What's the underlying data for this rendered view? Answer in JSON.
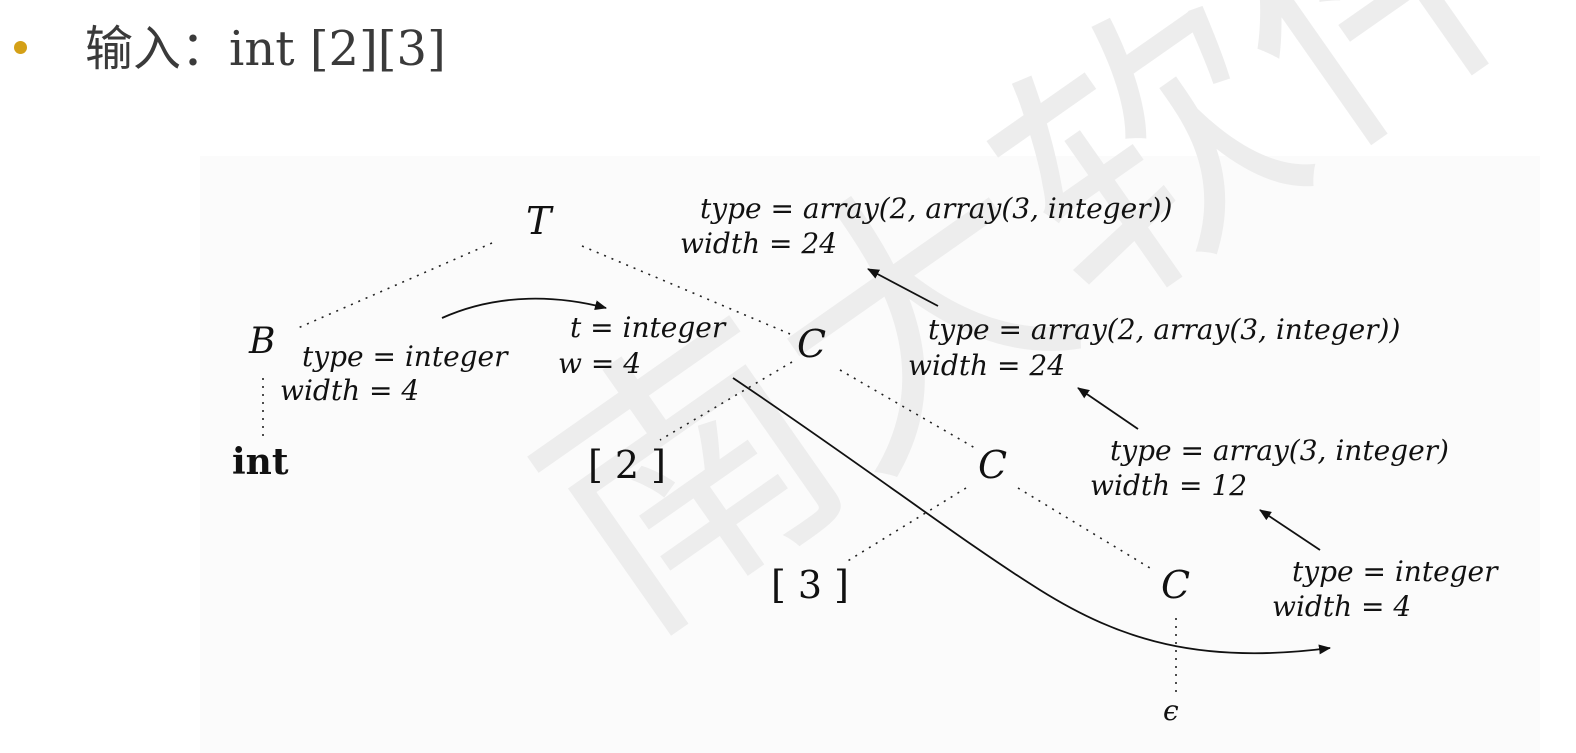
{
  "bullet": {
    "text": "输入：int [2][3]"
  },
  "watermark": "南大软件",
  "nodes": {
    "T": "T",
    "B": "B",
    "C1": "C",
    "C2": "C",
    "C3": "C",
    "int": "int",
    "dim2": "[ 2 ]",
    "dim3": "[ 3 ]",
    "eps": "ϵ"
  },
  "annotations": {
    "top_type": "type = array(2, array(3, integer))",
    "top_width": "width = 24",
    "b_type": "type = integer",
    "b_width": "width = 4",
    "inh_t": "t = integer",
    "inh_w": "w = 4",
    "c1_type": "type = array(2, array(3, integer))",
    "c1_width": "width = 24",
    "c2_type": "type = array(3, integer)",
    "c2_width": "width = 12",
    "c3_type": "type = integer",
    "c3_width": "width = 4"
  },
  "colors": {
    "bullet": "#d4a017",
    "text": "#3a3a3a",
    "diagram": "#111111"
  }
}
